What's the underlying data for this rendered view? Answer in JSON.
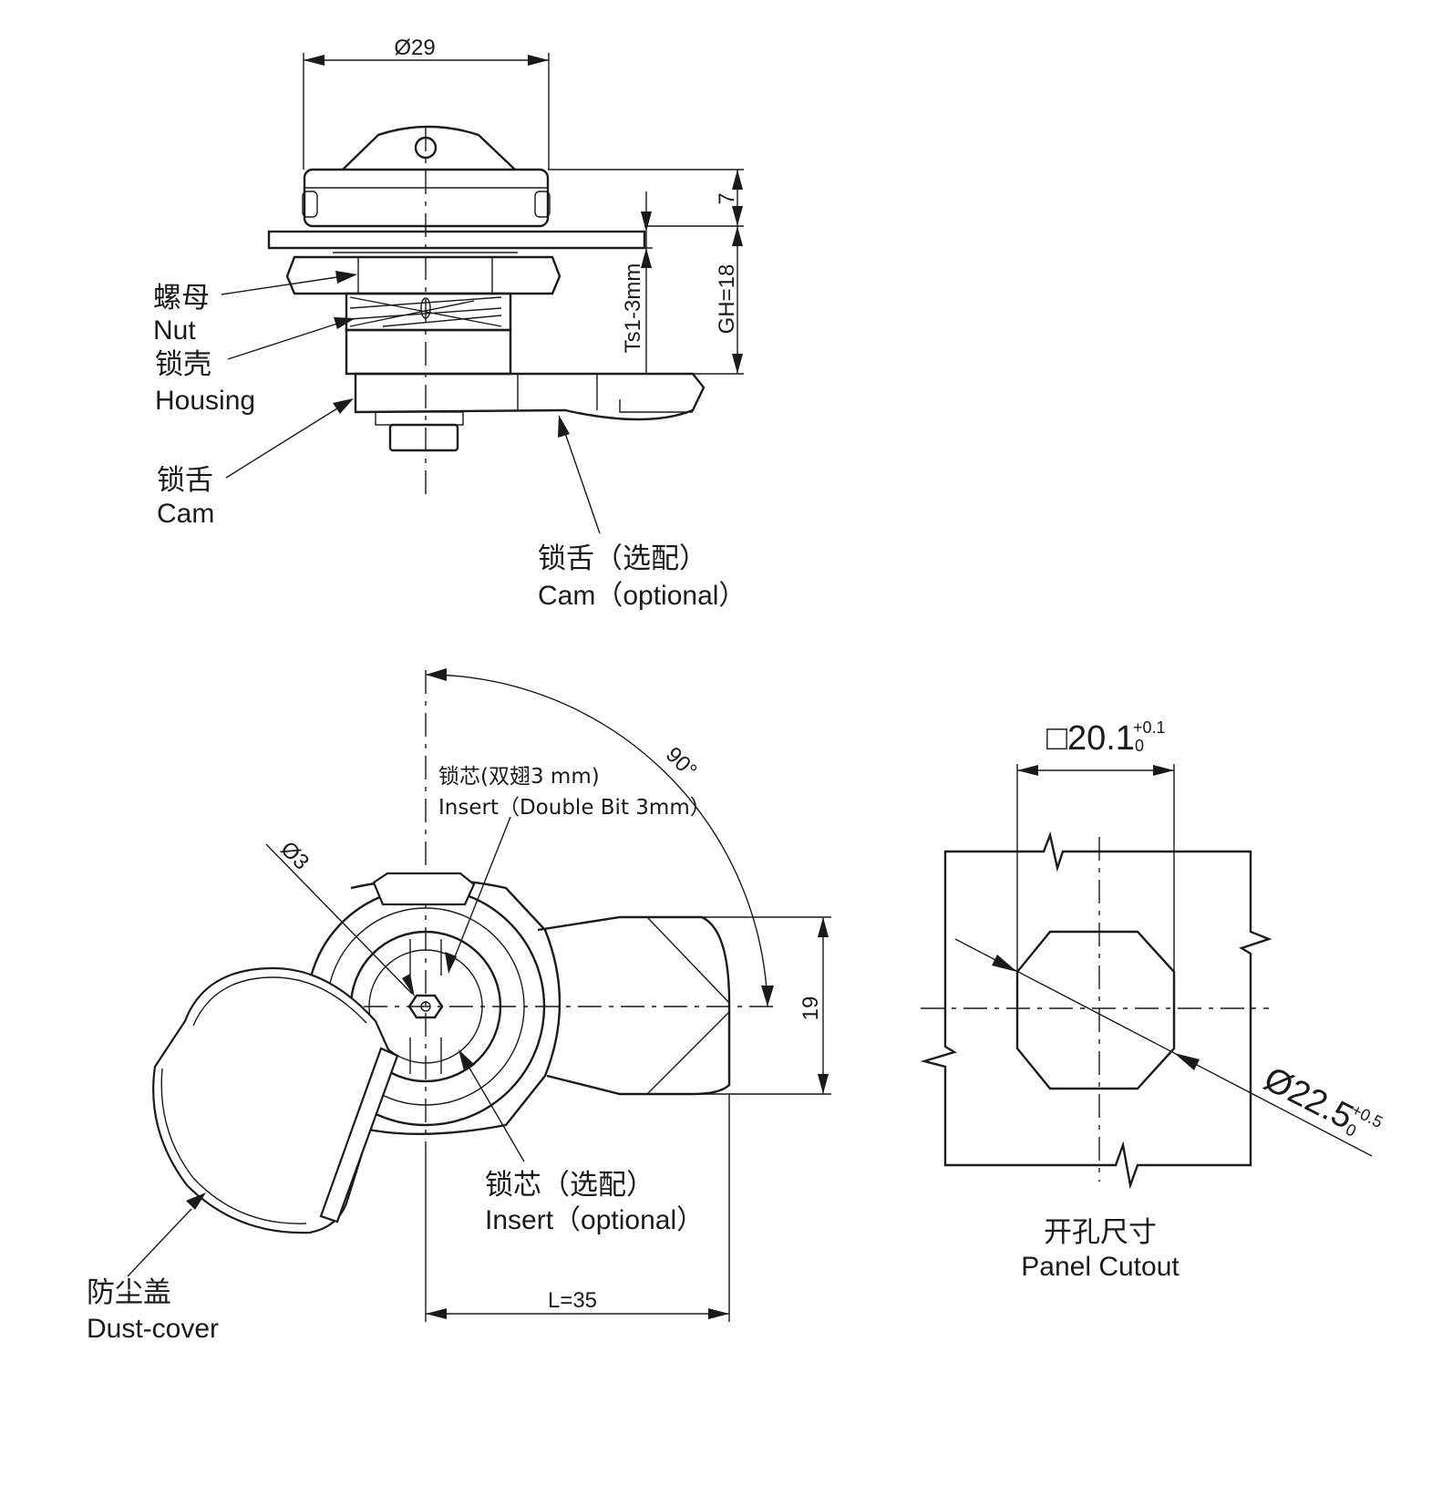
{
  "side_view": {
    "dims": {
      "diameter": "Ø29",
      "height_7": "7",
      "grip": "GH=18",
      "panel": "Ts1-3mm"
    },
    "labels": {
      "nut_zh": "螺母",
      "nut_en": "Nut",
      "housing_zh": "锁壳",
      "housing_en": "Housing",
      "cam_zh": "锁舌",
      "cam_en": "Cam",
      "cam_opt_zh": "锁舌（选配）",
      "cam_opt_en": "Cam（optional）"
    }
  },
  "front_view": {
    "dims": {
      "angle": "90°",
      "hole": "Ø3",
      "height_19": "19",
      "length": "L=35"
    },
    "labels": {
      "insert_zh": "锁芯(双翅3 mm)",
      "insert_en": "Insert（Double Bit 3mm）",
      "insert_opt_zh": "锁芯（选配）",
      "insert_opt_en": "Insert（optional）",
      "dust_zh": "防尘盖",
      "dust_en": "Dust-cover"
    }
  },
  "panel_cutout": {
    "square": "□20.1",
    "square_tol_upper": "+0.1",
    "square_tol_lower": "0",
    "diameter": "Ø22.5",
    "diameter_tol_upper": "+0.5",
    "diameter_tol_lower": "0",
    "title_zh": "开孔尺寸",
    "title_en": "Panel  Cutout"
  }
}
